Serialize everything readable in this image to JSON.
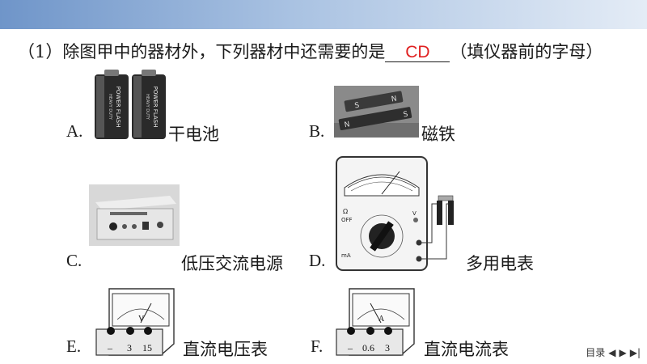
{
  "question": {
    "prefix": "（1）除图甲中的器材外，下列器材中还需要的是",
    "answer": "CD",
    "suffix": "（填仪器前的字母）"
  },
  "options": [
    {
      "letter": "A.",
      "name": "干电池",
      "battery_text": "POWER FLASH",
      "battery_sub": "HEAVY DUTY"
    },
    {
      "letter": "B.",
      "name": "磁铁",
      "pole_s": "S",
      "pole_n": "N"
    },
    {
      "letter": "C.",
      "name": "低压交流电源"
    },
    {
      "letter": "D.",
      "name": "多用电表",
      "meter_off": "OFF",
      "meter_ohm": "Ω",
      "meter_ma": "mA",
      "meter_v": "V"
    },
    {
      "letter": "E.",
      "name": "直流电压表",
      "unit": "V",
      "terminals": [
        "–",
        "3",
        "15"
      ]
    },
    {
      "letter": "F.",
      "name": "直流电流表",
      "unit": "A",
      "terminals": [
        "–",
        "0.6",
        "3"
      ]
    }
  ],
  "nav": {
    "menu": "目录",
    "prev": "◀",
    "next": "▶",
    "last": "▶|"
  }
}
